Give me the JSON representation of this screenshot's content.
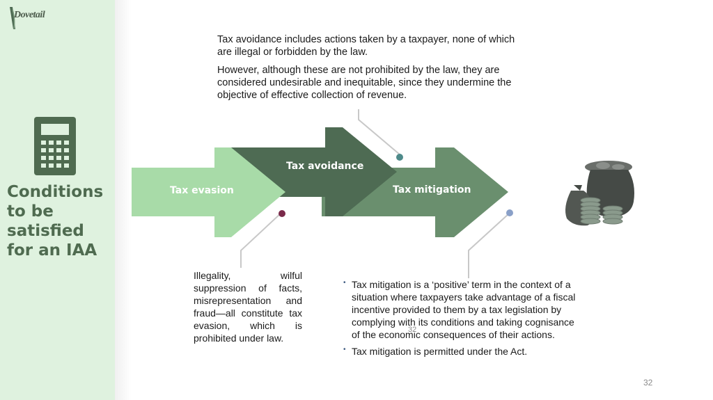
{
  "logo": {
    "text": "Dovetail"
  },
  "side_title": "Conditions to be satisfied for an IAA",
  "top_text": {
    "p1": "Tax avoidance includes actions  taken by a taxpayer, none of which are illegal or forbidden by  the law.",
    "p2": "However, although these are  not prohibited by the law, they  are considered undesirable and inequitable, since they undermine  the objective of effective  collection of revenue."
  },
  "arrows": {
    "evasion": "Tax evasion",
    "avoidance": "Tax avoidance",
    "mitigation": "Tax mitigation"
  },
  "evasion_text": "Illegality, wilful suppression of facts, misrepresentation and fraud—all constitute tax evasion, which is prohibited under law.",
  "mitigation_points": [
    "Tax mitigation is a ‘positive’ term  in the context of a situation where  taxpayers take advantage of a  fiscal incentive provided to them  by a tax legislation by complying  with its conditions and taking  cognisance of the economic  consequences of their actions.",
    "Tax mitigation is permitted under  the Act."
  ],
  "overlap_number": "32",
  "page_number": "32",
  "colors": {
    "panel": "#dff2df",
    "evasion": "#a8dba8",
    "avoidance": "#4e6b53",
    "mitigation": "#6a8f6e",
    "title": "#4f6b50"
  },
  "icons": [
    "calculator-icon",
    "money-bags-icon",
    "logo-icon"
  ]
}
